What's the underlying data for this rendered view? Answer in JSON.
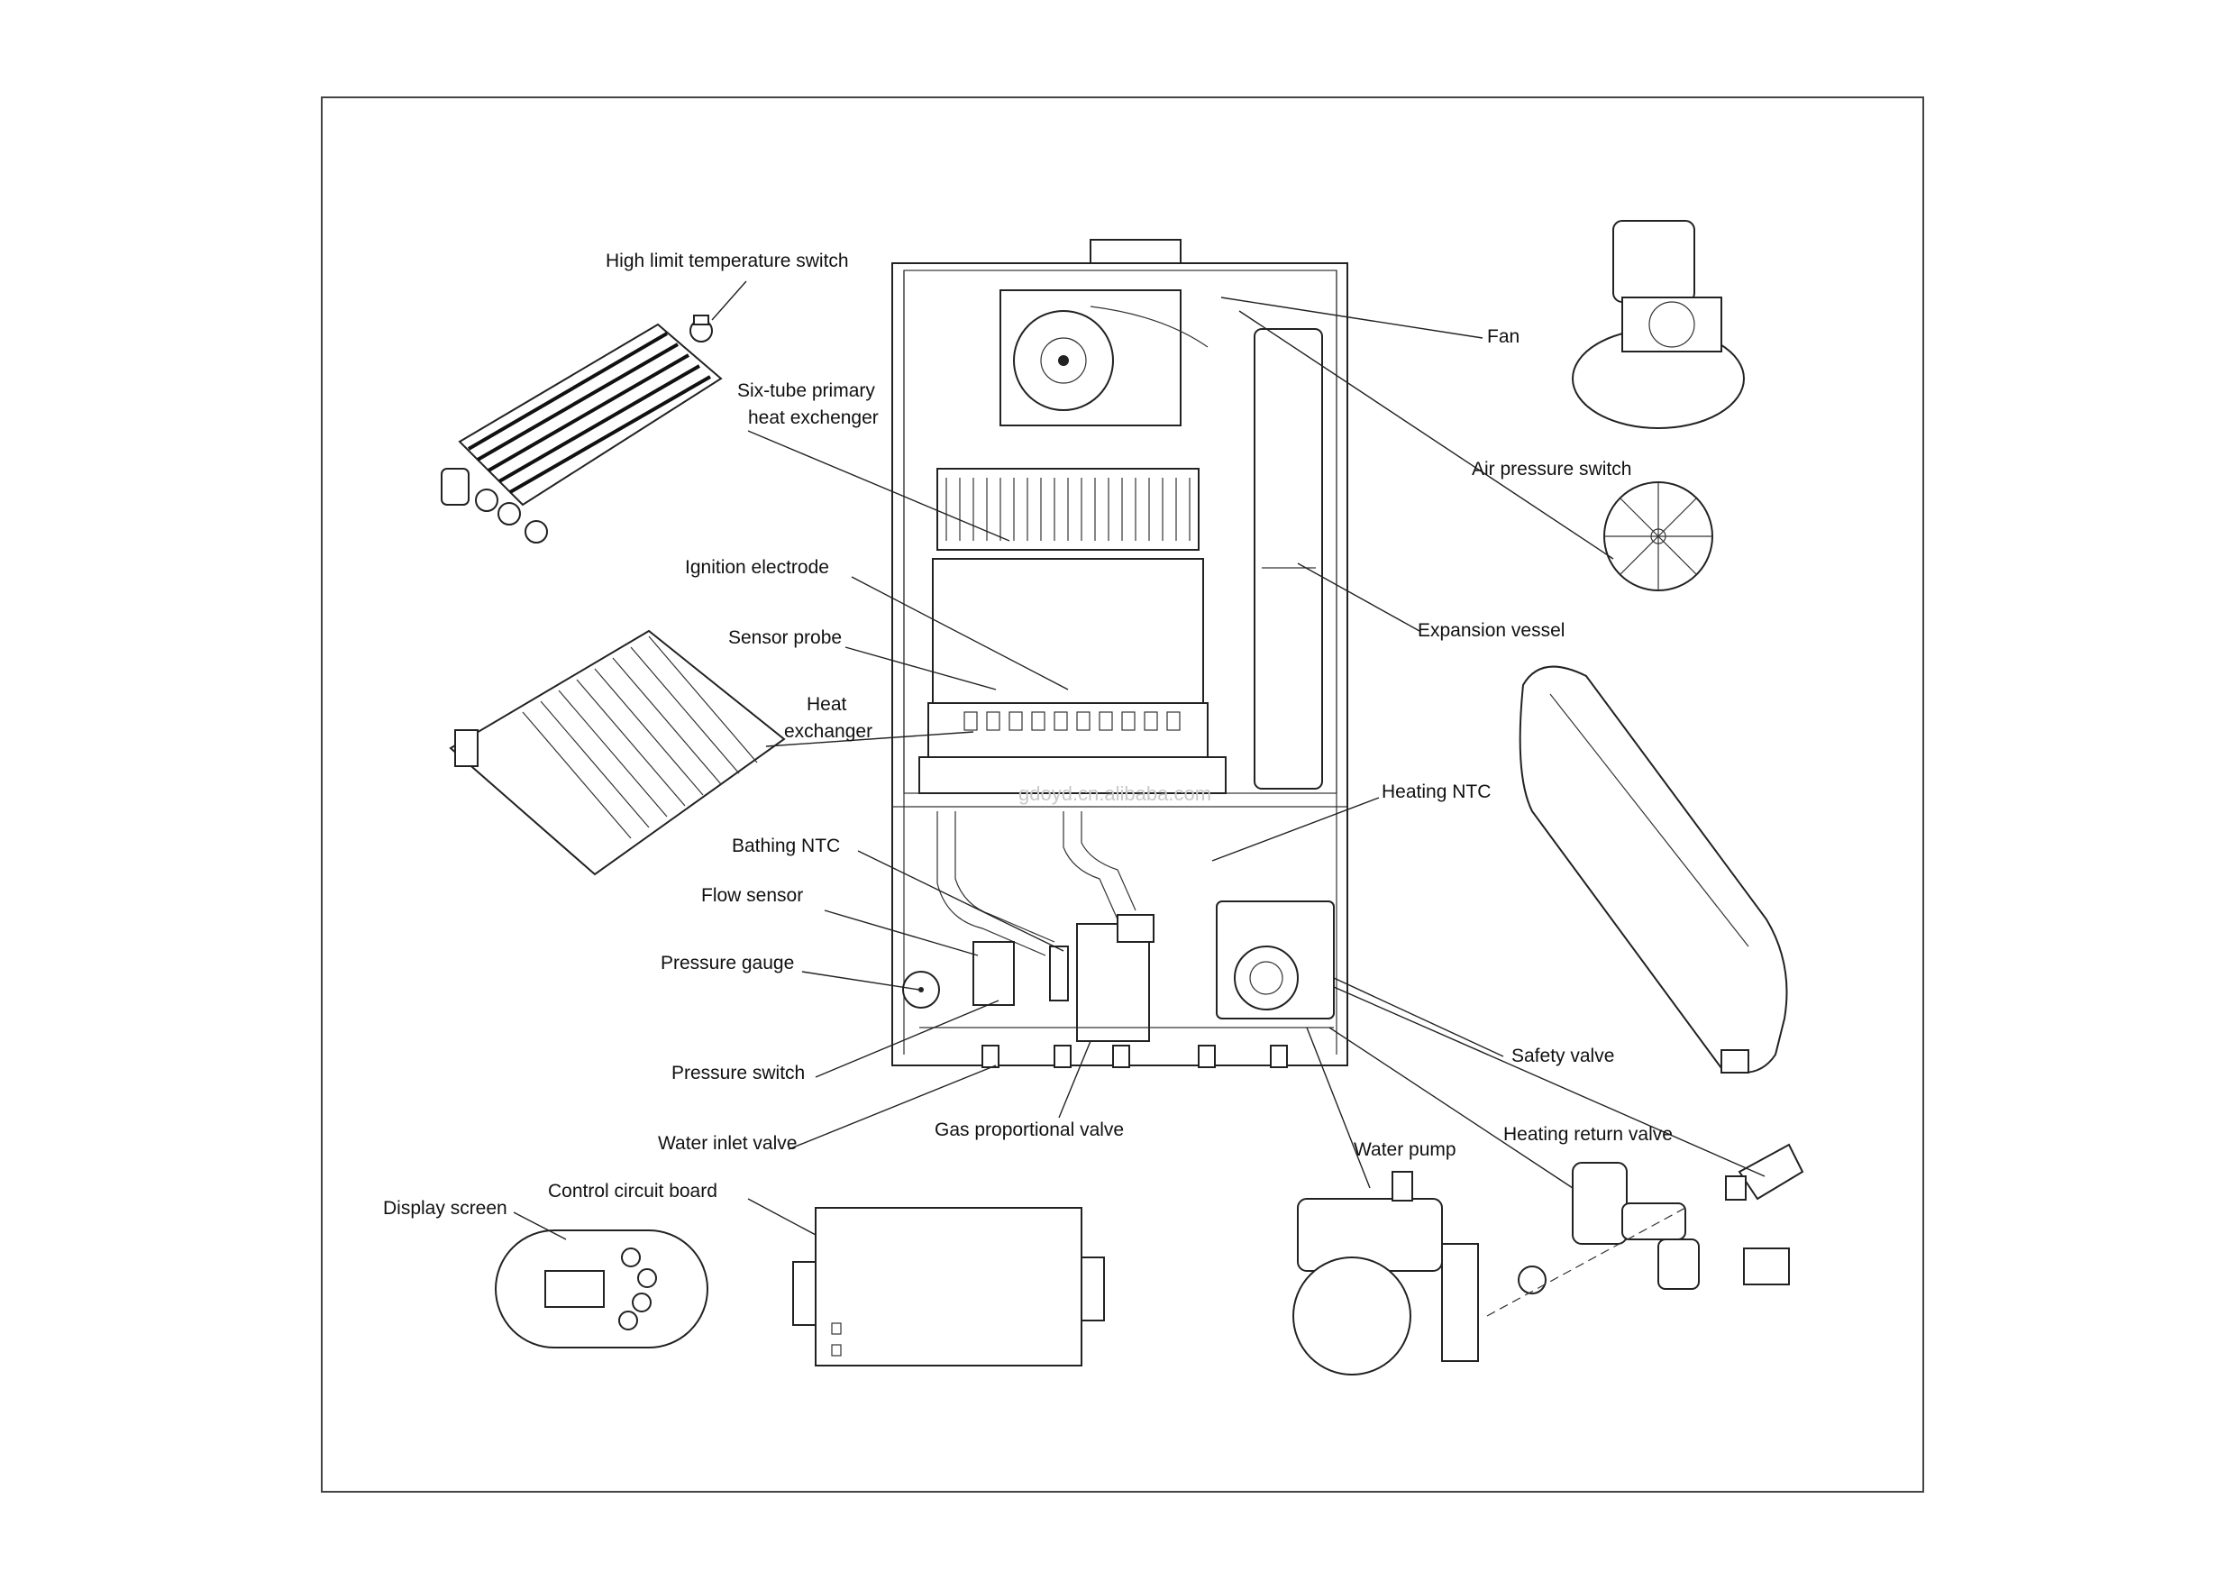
{
  "watermark": "gdoyd.cn.alibaba.com",
  "labels": {
    "high_limit_temperature_switch": "High limit temperature switch",
    "six_tube_primary_heat_exchanger_1": "Six-tube primary",
    "six_tube_primary_heat_exchanger_2": "heat exchenger",
    "ignition_electrode": "Ignition electrode",
    "sensor_probe": "Sensor probe",
    "heat_exchanger_1": "Heat",
    "heat_exchanger_2": "exchanger",
    "bathing_ntc": "Bathing NTC",
    "flow_sensor": "Flow sensor",
    "pressure_gauge": "Pressure gauge",
    "pressure_switch": "Pressure switch",
    "water_inlet_valve": "Water inlet valve",
    "gas_proportional_valve": "Gas proportional valve",
    "display_screen": "Display screen",
    "control_circuit_board": "Control circuit board",
    "fan": "Fan",
    "air_pressure_switch": "Air pressure switch",
    "expansion_vessel": "Expansion vessel",
    "heating_ntc": "Heating NTC",
    "safety_valve": "Safety valve",
    "heating_return_valve": "Heating return valve",
    "water_pump": "Water pump"
  }
}
